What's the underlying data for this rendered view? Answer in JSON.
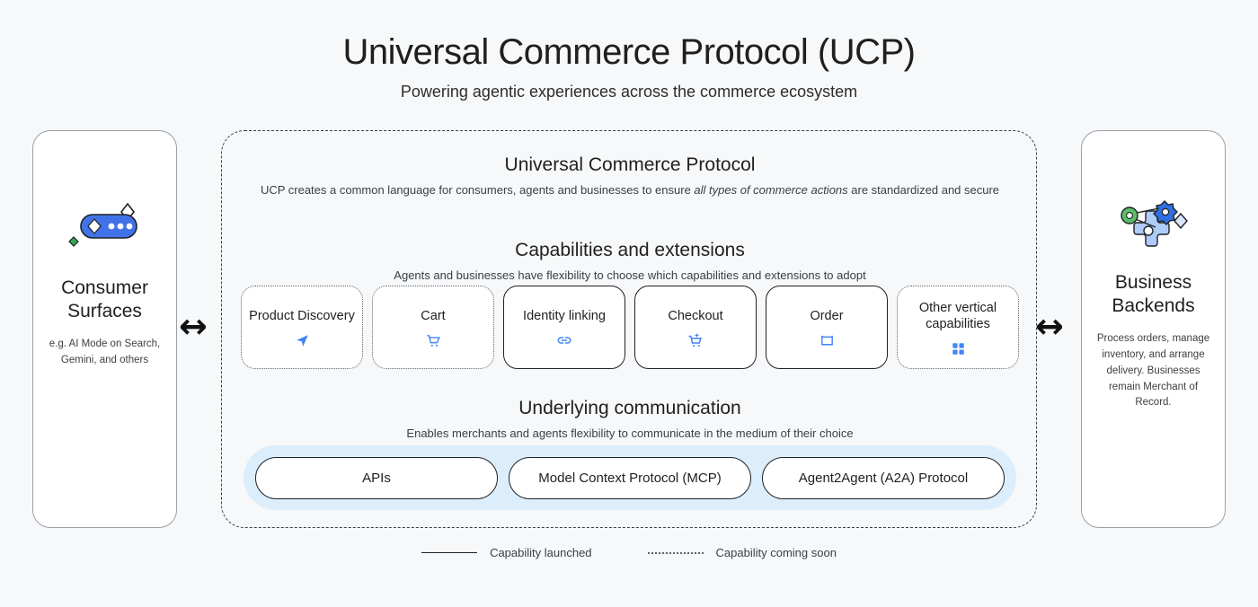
{
  "header": {
    "title": "Universal Commerce Protocol (UCP)",
    "subtitle": "Powering agentic experiences across the commerce ecosystem"
  },
  "left_panel": {
    "icon": "chat-bubble-sparkle-icon",
    "title": "Consumer Surfaces",
    "description": "e.g. AI Mode on Search, Gemini, and others"
  },
  "right_panel": {
    "icon": "gears-sparkle-icon",
    "title": "Business Backends",
    "description": "Process orders, manage inventory, and arrange delivery. Businesses remain Merchant of Record."
  },
  "arrows": {
    "left": "↔",
    "right": "↔"
  },
  "ucp": {
    "title": "Universal Commerce Protocol",
    "desc_pre": "UCP creates a common language for consumers, agents and businesses to ensure ",
    "desc_em": "all types of commerce actions",
    "desc_post": " are standardized and secure"
  },
  "capabilities": {
    "title": "Capabilities and extensions",
    "subtitle": "Agents and businesses have flexibility to choose which capabilities and extensions to adopt",
    "cards": [
      {
        "label": "Product Discovery",
        "status": "soon",
        "icon": "navigation-arrow-icon"
      },
      {
        "label": "Cart",
        "status": "soon",
        "icon": "shopping-cart-icon"
      },
      {
        "label": "Identity linking",
        "status": "launched",
        "icon": "link-icon"
      },
      {
        "label": "Checkout",
        "status": "launched",
        "icon": "cart-sparkle-icon"
      },
      {
        "label": "Order",
        "status": "launched",
        "icon": "order-box-icon"
      },
      {
        "label": "Other vertical capabilities",
        "status": "soon",
        "icon": "grid-squares-icon"
      }
    ]
  },
  "communication": {
    "title": "Underlying communication",
    "subtitle": "Enables merchants and agents flexibility to communicate in the medium of their choice",
    "pills": [
      "APIs",
      "Model Context Protocol (MCP)",
      "Agent2Agent (A2A) Protocol"
    ]
  },
  "legend": [
    {
      "style": "solid",
      "label": "Capability launched"
    },
    {
      "style": "dotted",
      "label": "Capability coming soon"
    }
  ],
  "colors": {
    "background": "#f6f8fa",
    "accent_blue": "#4285f4",
    "band_blue": "#dceefb",
    "ink": "#1f1f1f"
  }
}
